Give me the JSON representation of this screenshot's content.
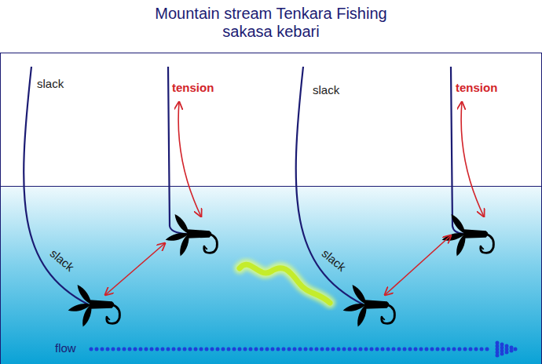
{
  "diagram": {
    "title": "Mountain stream Tenkara Fishing sakasa kebari",
    "labels": [
      "slack",
      "tension",
      "slack",
      "tension",
      "slack",
      "slack",
      "flow"
    ]
  }
}
